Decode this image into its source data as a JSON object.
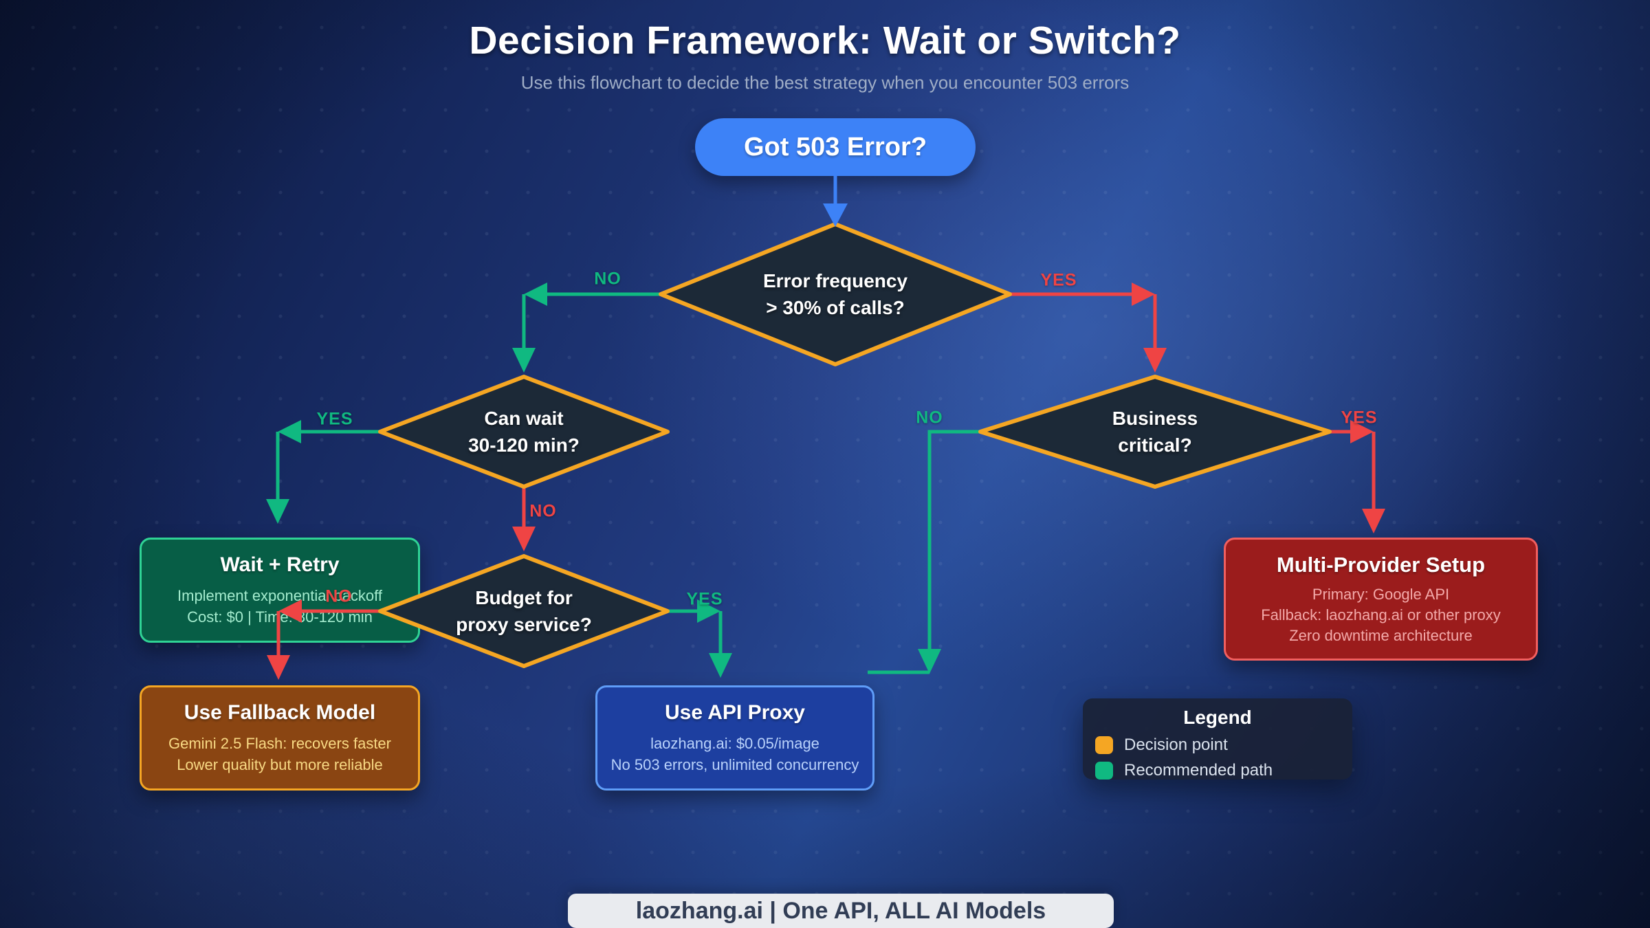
{
  "header": {
    "title": "Decision Framework: Wait or Switch?",
    "subtitle": "Use this flowchart to decide the best strategy when you encounter 503 errors"
  },
  "start": {
    "label": "Got 503 Error?"
  },
  "decisions": {
    "error_frequency": {
      "line1": "Error frequency",
      "line2": "> 30% of calls?"
    },
    "can_wait": {
      "line1": "Can wait",
      "line2": "30-120 min?"
    },
    "business_critical": {
      "line1": "Business",
      "line2": "critical?"
    },
    "budget": {
      "line1": "Budget for",
      "line2": "proxy service?"
    }
  },
  "edges": {
    "error_frequency_no": {
      "label": "NO"
    },
    "error_frequency_yes": {
      "label": "YES"
    },
    "can_wait_yes": {
      "label": "YES"
    },
    "can_wait_no": {
      "label": "NO"
    },
    "budget_no": {
      "label": "NO"
    },
    "budget_yes": {
      "label": "YES"
    },
    "business_no": {
      "label": "NO"
    },
    "business_yes": {
      "label": "YES"
    }
  },
  "outcomes": {
    "wait_retry": {
      "title": "Wait + Retry",
      "line1": "Implement exponential backoff",
      "line2": "Cost: $0 | Time: 30-120 min"
    },
    "fallback": {
      "title": "Use Fallback Model",
      "line1": "Gemini 2.5 Flash: recovers faster",
      "line2": "Lower quality but more reliable"
    },
    "api_proxy": {
      "title": "Use API Proxy",
      "line1": "laozhang.ai: $0.05/image",
      "line2": "No 503 errors, unlimited concurrency"
    },
    "multi_provider": {
      "title": "Multi-Provider Setup",
      "line1": "Primary: Google API",
      "line2": "Fallback: laozhang.ai or other proxy",
      "line3": "Zero downtime architecture"
    }
  },
  "legend": {
    "title": "Legend",
    "items": [
      {
        "label": "Decision point",
        "color": "#f5a623"
      },
      {
        "label": "Recommended path",
        "color": "#10b981"
      }
    ]
  },
  "footer": {
    "label": "laozhang.ai | One API, ALL AI Models"
  },
  "colors": {
    "start_node": "#3d82f7",
    "decision_border": "#f5a623",
    "decision_fill": "#1c2937",
    "recommended_path": "#10b981",
    "negative_path": "#ef4444"
  }
}
